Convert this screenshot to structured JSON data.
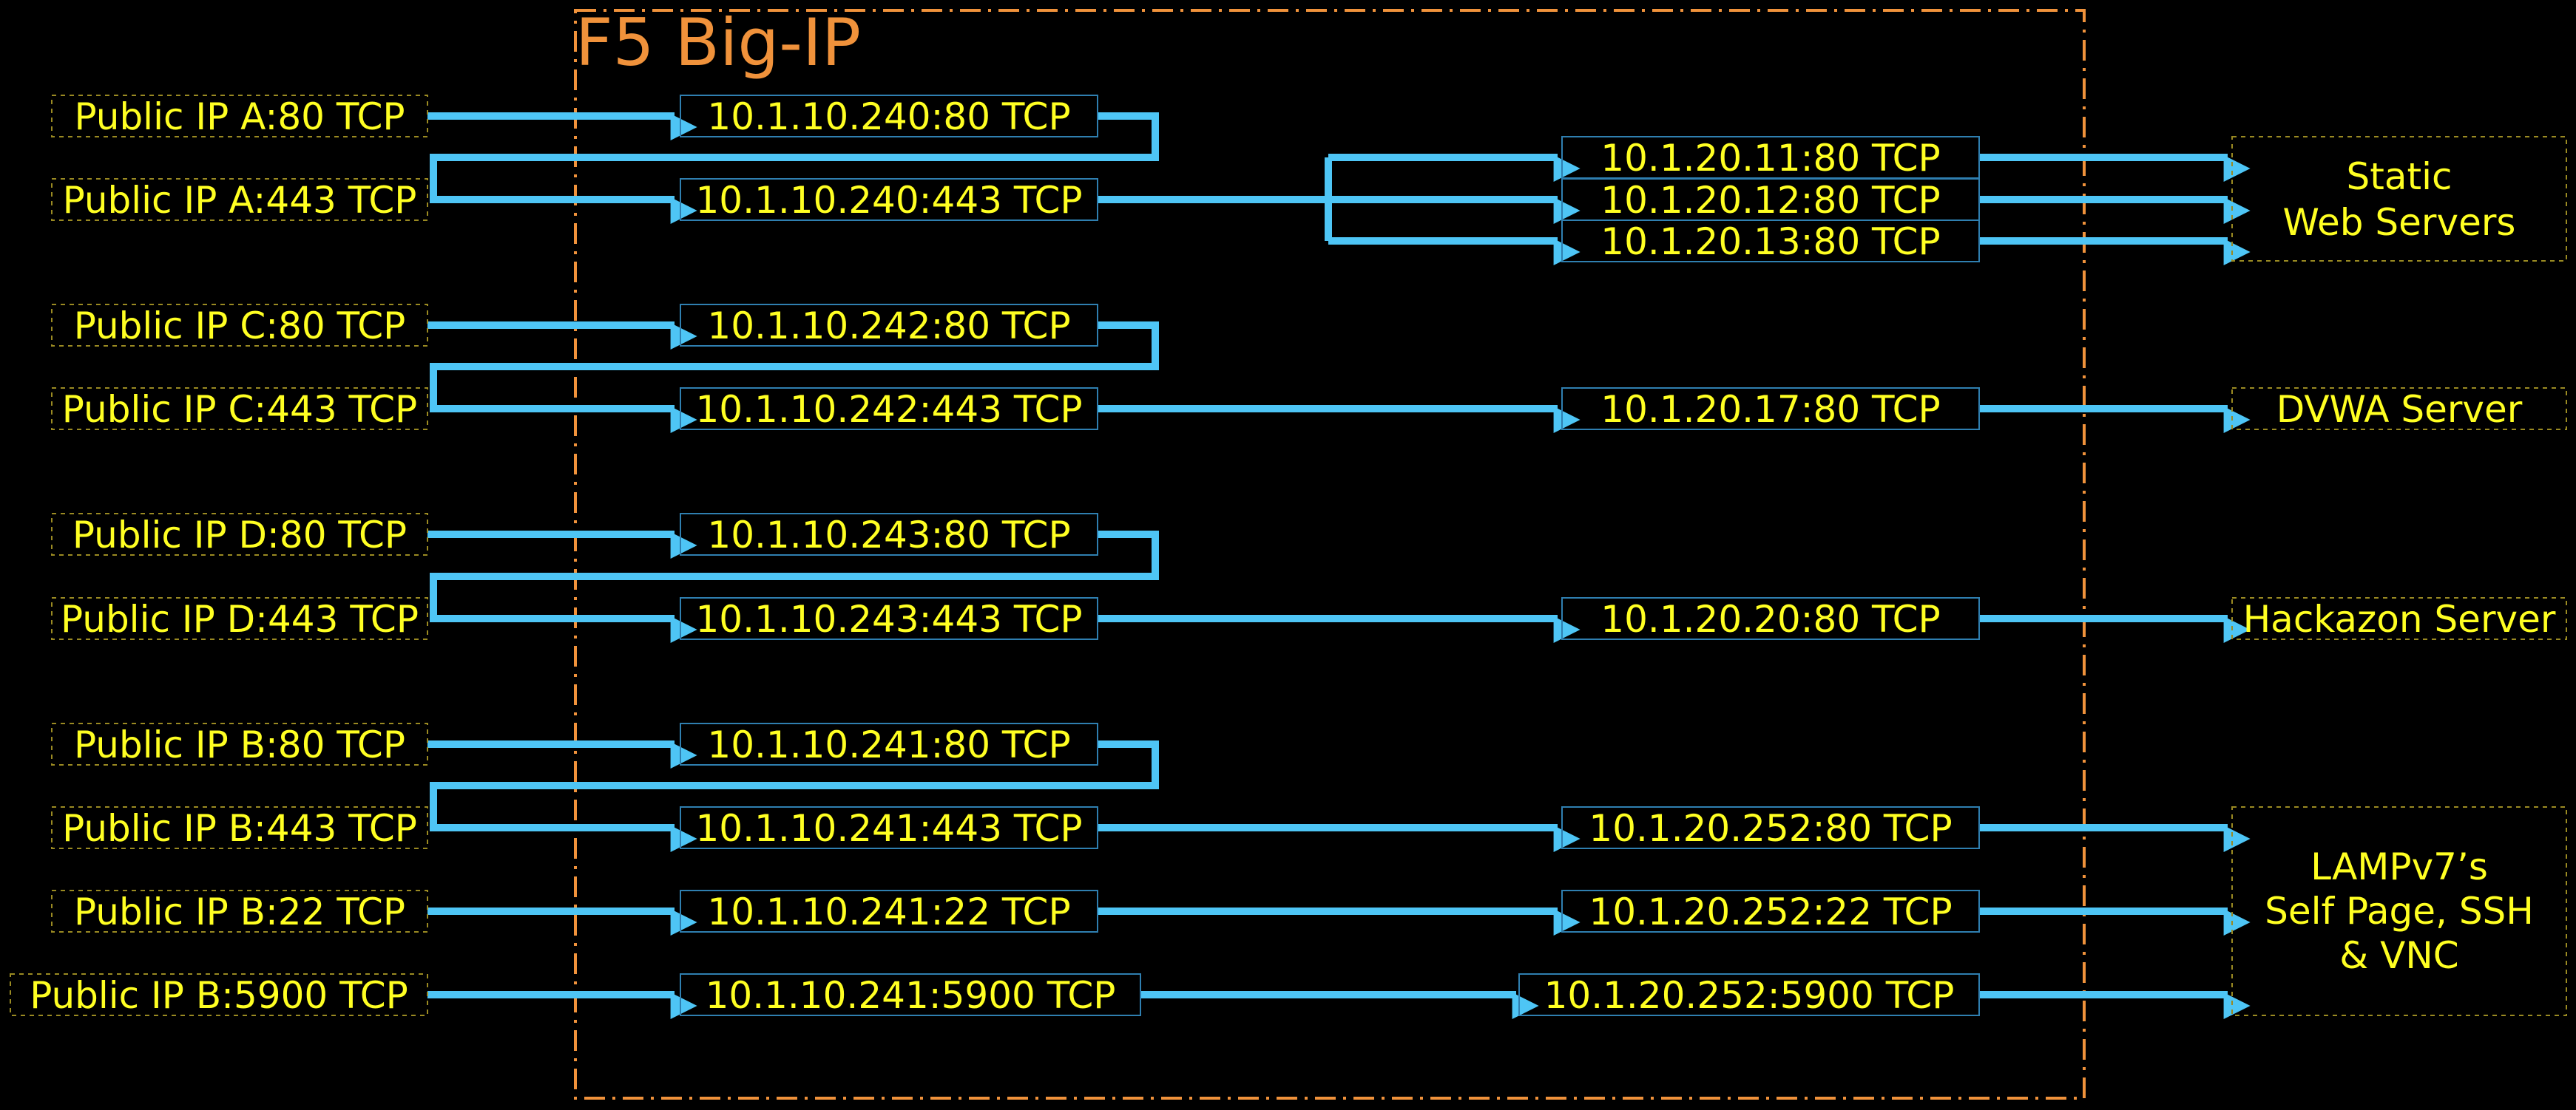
{
  "title": "F5 Big-IP",
  "colors": {
    "background": "#000000",
    "bigip_border": "#f0923b",
    "label_text": "#ffff22",
    "arrow": "#4ec5f5",
    "node_border": "#2f7fb0"
  },
  "public_ips": [
    "Public IP A:80 TCP",
    "Public IP A:443 TCP",
    "Public IP C:80 TCP",
    "Public IP C:443 TCP",
    "Public IP D:80 TCP",
    "Public IP D:443 TCP",
    "Public IP B:80 TCP",
    "Public IP B:443 TCP",
    "Public IP B:22 TCP",
    "Public IP B:5900 TCP"
  ],
  "virtual_servers": [
    "10.1.10.240:80 TCP",
    "10.1.10.240:443 TCP",
    "10.1.10.242:80 TCP",
    "10.1.10.242:443 TCP",
    "10.1.10.243:80 TCP",
    "10.1.10.243:443 TCP",
    "10.1.10.241:80 TCP",
    "10.1.10.241:443 TCP",
    "10.1.10.241:22 TCP",
    "10.1.10.241:5900 TCP"
  ],
  "pool_members": [
    "10.1.20.11:80 TCP",
    "10.1.20.12:80 TCP",
    "10.1.20.13:80 TCP",
    "10.1.20.17:80 TCP",
    "10.1.20.20:80 TCP",
    "10.1.20.252:80 TCP",
    "10.1.20.252:22 TCP",
    "10.1.20.252:5900 TCP"
  ],
  "servers": {
    "static_web": [
      "Static",
      "Web Servers"
    ],
    "dvwa": "DVWA Server",
    "hackazon": "Hackazon Server",
    "lamp": [
      "LAMPv7’s",
      "Self Page, SSH",
      "& VNC"
    ]
  }
}
